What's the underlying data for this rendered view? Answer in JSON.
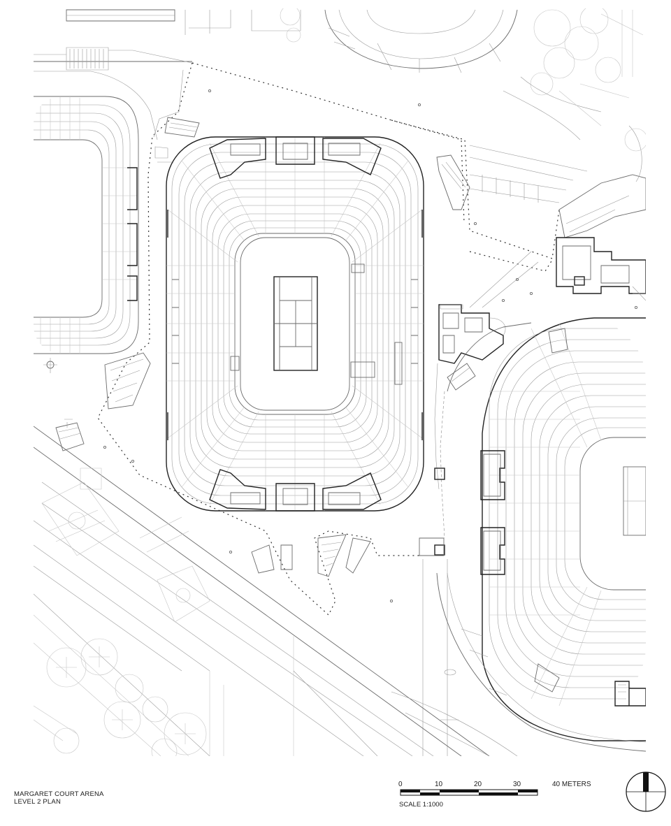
{
  "title": {
    "line1": "MARGARET COURT ARENA",
    "line2": "LEVEL 2 PLAN"
  },
  "scale_bar": {
    "tick_labels": [
      "0",
      "10",
      "20",
      "30",
      "40 METERS"
    ],
    "caption": "SCALE 1:1000"
  },
  "icons": {
    "north_arrow": "north-arrow-icon"
  }
}
